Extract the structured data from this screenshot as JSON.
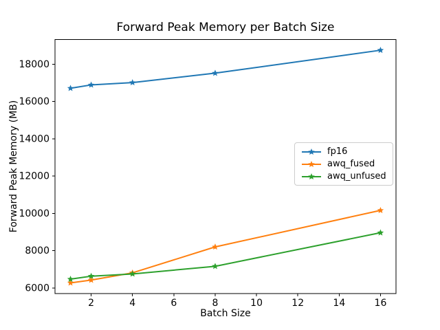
{
  "chart_data": {
    "type": "line",
    "title": "Forward Peak Memory per Batch Size",
    "xlabel": "Batch Size",
    "ylabel": "Forward Peak Memory (MB)",
    "x": [
      1,
      2,
      4,
      8,
      16
    ],
    "series": [
      {
        "name": "fp16",
        "color": "#1f77b4",
        "marker": "star",
        "values": [
          16710,
          16890,
          17015,
          17520,
          18750
        ]
      },
      {
        "name": "awq_fused",
        "color": "#ff7f0e",
        "marker": "star",
        "values": [
          6270,
          6420,
          6810,
          8200,
          10160
        ]
      },
      {
        "name": "awq_unfused",
        "color": "#2ca02c",
        "marker": "star",
        "values": [
          6470,
          6630,
          6750,
          7160,
          8960
        ]
      }
    ],
    "xticks": [
      2,
      4,
      6,
      8,
      10,
      12,
      14,
      16
    ],
    "yticks": [
      6000,
      8000,
      10000,
      12000,
      14000,
      16000,
      18000
    ],
    "xlim": [
      0.25,
      16.75
    ],
    "ylim": [
      5690,
      19320
    ],
    "grid": false,
    "legend_position": "center-right",
    "axis_color": "#000000",
    "background": "#ffffff"
  }
}
